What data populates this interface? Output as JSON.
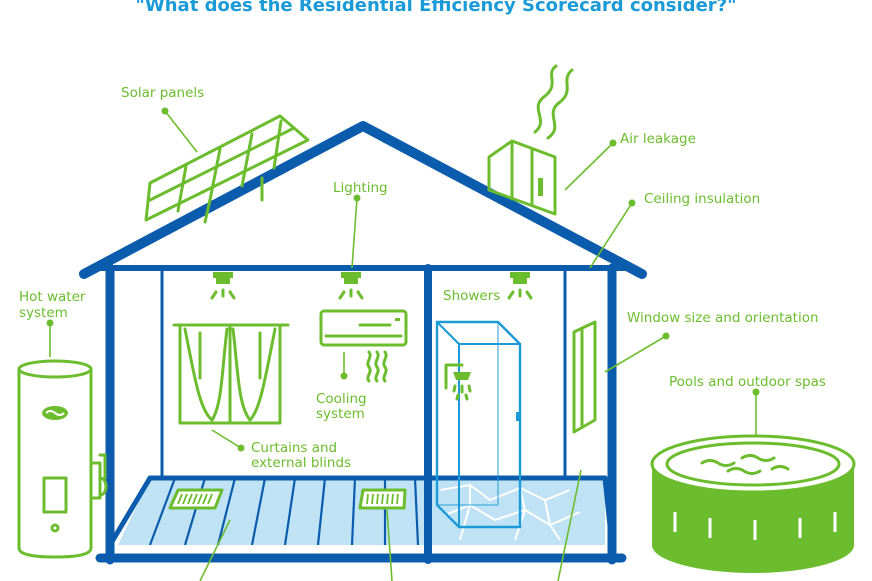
{
  "title": "\"What does the Residential Efficiency Scorecard consider?\"",
  "labels": {
    "solar_panels": "Solar panels",
    "lighting": "Lighting",
    "air_leakage": "Air leakage",
    "ceiling_insulation": "Ceiling insulation",
    "hot_water_line1": "Hot water",
    "hot_water_line2": "system",
    "showers": "Showers",
    "window_size": "Window size and orientation",
    "cooling_line1": "Cooling",
    "cooling_line2": "system",
    "curtains_line1": "Curtains and",
    "curtains_line2": "external blinds",
    "pools": "Pools and outdoor spas"
  },
  "colors": {
    "title_blue": "#1a9ad6",
    "house_blue": "#0b5cad",
    "accent_green": "#6cbd2e",
    "floor_light_blue": "#bfe3f5"
  },
  "icons": [
    "solar-panel-icon",
    "chimney-icon",
    "ceiling-light-icon",
    "hot-water-tank-icon",
    "shower-icon",
    "air-conditioner-icon",
    "curtains-icon",
    "window-icon",
    "floor-vent-icon",
    "spa-pool-icon"
  ]
}
